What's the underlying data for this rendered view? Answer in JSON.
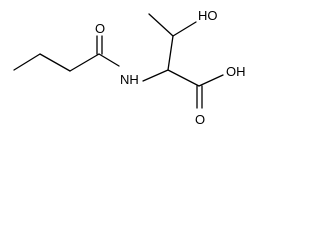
{
  "molecule": {
    "atom_labels": {
      "hydroxyl": "HO",
      "amide_oxygen": "O",
      "amine": "NH",
      "acid_hydroxyl": "OH",
      "acid_oxygen": "O"
    }
  },
  "colors": {
    "bond": "#000000",
    "text": "#000000",
    "background": "#ffffff"
  }
}
